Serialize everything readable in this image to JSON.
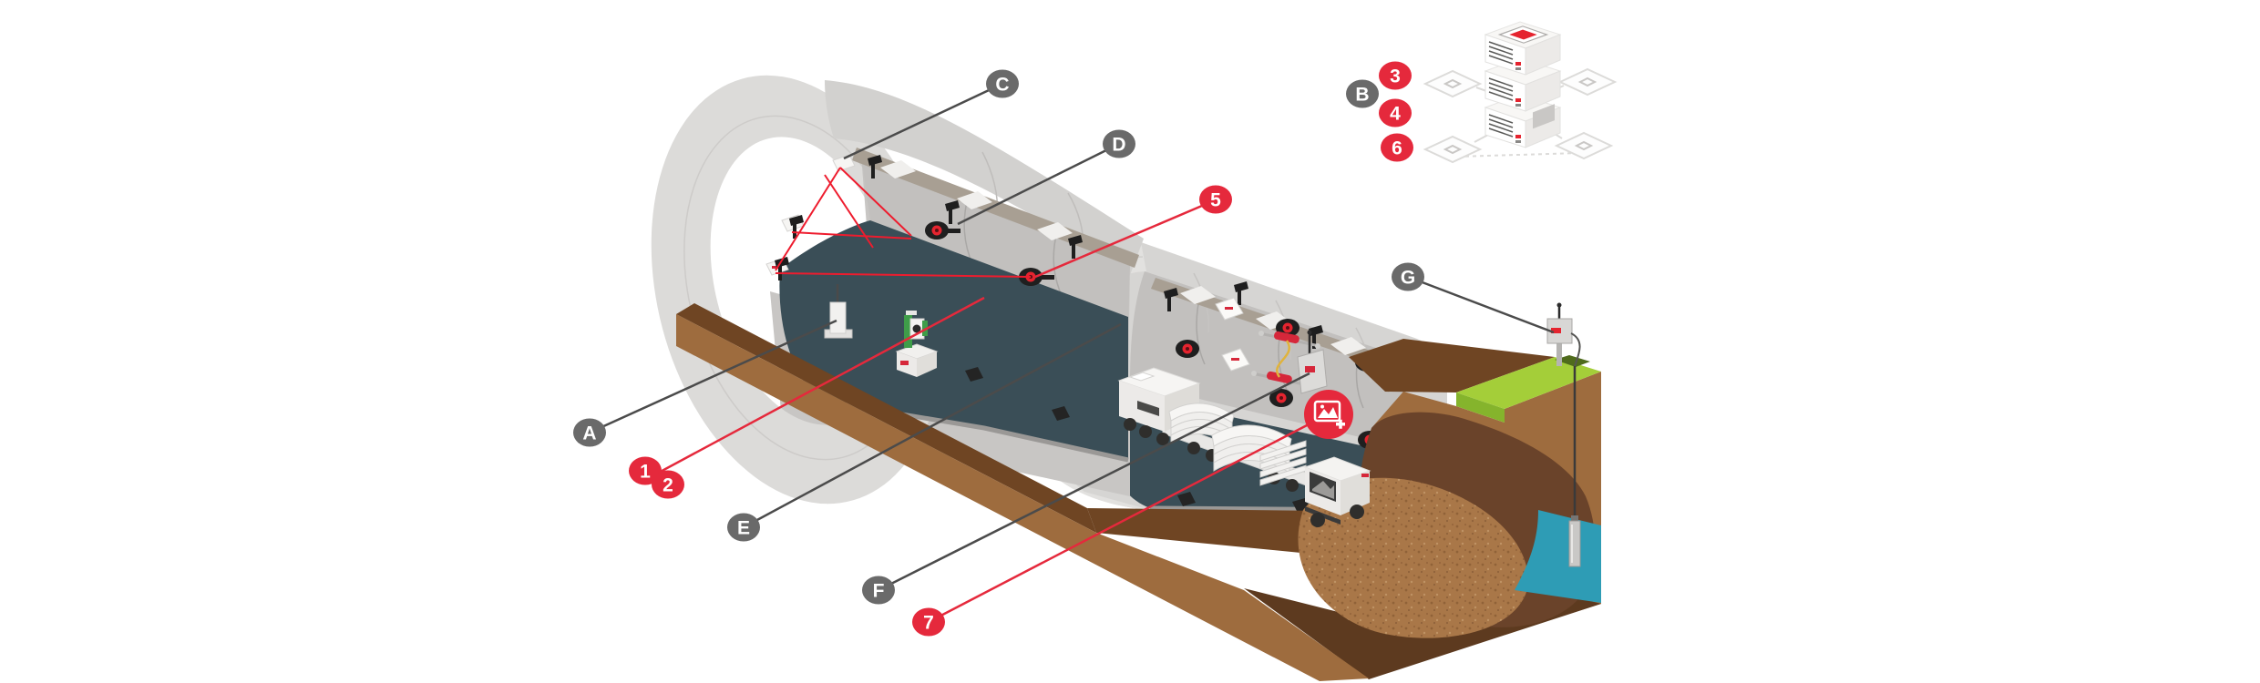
{
  "figure": {
    "subject": "Isometric cutaway illustration of a two-section segmented tunnel under construction with geotechnical monitoring instruments, segment transport trucks, a surface wireless sensor node and a server/network stack",
    "background": "#ffffff",
    "accent_red": "#e5293c",
    "label_gray": "#6a6a6a"
  },
  "callouts": {
    "letters": [
      {
        "label": "A"
      },
      {
        "label": "B"
      },
      {
        "label": "C"
      },
      {
        "label": "D"
      },
      {
        "label": "E"
      },
      {
        "label": "F"
      },
      {
        "label": "G"
      }
    ],
    "numbers": [
      {
        "label": "1"
      },
      {
        "label": "2"
      },
      {
        "label": "3"
      },
      {
        "label": "4"
      },
      {
        "label": "5"
      },
      {
        "label": "6"
      },
      {
        "label": "7"
      }
    ]
  },
  "icons": {
    "photo_plus_icon": {
      "name": "image-plus-icon",
      "color": "#e5293c"
    },
    "server_stack": {
      "name": "server-stack-network-icon"
    },
    "surface_node": {
      "name": "wireless-sensor-node-icon"
    }
  },
  "scene_colors": {
    "tunnel_lining": "#d6d5d3",
    "tunnel_ring_face": "#e2e1df",
    "tunnel_interior_wall": "#c2c0be",
    "tunnel_floor": "#3a4e57",
    "crown_rail": "#a89f93",
    "soil_top": "#6f4523",
    "soil_face": "#9e6c3e",
    "soil_bottom": "#5d3a1f",
    "excavation_bowl": "#6a432a",
    "excavated_sand": "#a97748",
    "grass_top": "#a4ce39",
    "grass_side": "#85b42c",
    "groundwater": "#2e9cb5",
    "laser_line": "#ee1c2e",
    "leader_gray": "#4b4b4b"
  }
}
